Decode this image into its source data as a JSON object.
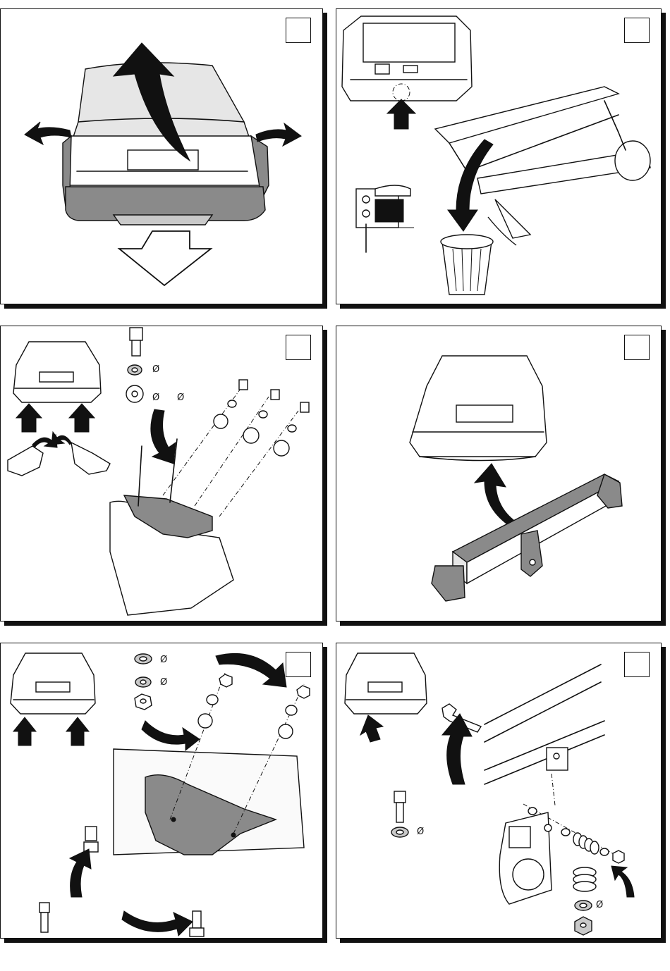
{
  "panels": [
    {
      "id": "p1",
      "step": ""
    },
    {
      "id": "p2",
      "step": ""
    },
    {
      "id": "p3",
      "step": "",
      "symbols": [
        "Ø",
        "Ø",
        "Ø"
      ]
    },
    {
      "id": "p4",
      "step": ""
    },
    {
      "id": "p5",
      "step": "",
      "symbols": [
        "Ø",
        "Ø"
      ]
    },
    {
      "id": "p6",
      "step": "",
      "symbols": [
        "Ø",
        "Ø"
      ]
    }
  ],
  "icons": {
    "arrow": "arrow-icon",
    "bolt": "bolt-icon",
    "washer": "washer-icon",
    "nut": "nut-icon",
    "bin": "waste-bin-icon",
    "diameter": "diameter-symbol"
  }
}
